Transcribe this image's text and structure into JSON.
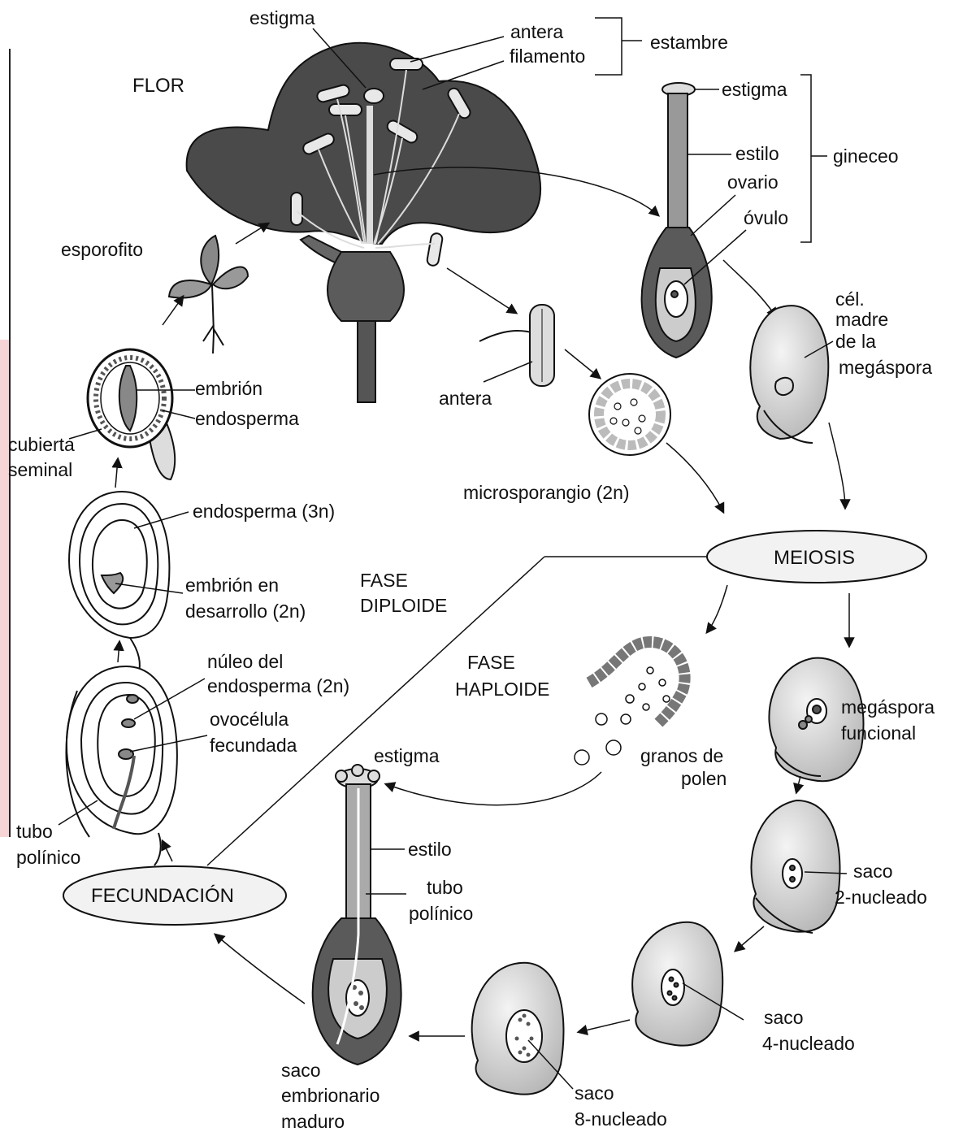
{
  "labels": {
    "flor": "FLOR",
    "estigma_flower": "estigma",
    "antera_top": "antera",
    "filamento": "filamento",
    "estambre": "estambre",
    "estigma_pistil": "estigma",
    "estilo_pistil": "estilo",
    "gineceo": "gineceo",
    "ovario": "ovario",
    "ovulo": "óvulo",
    "esporofito": "esporofito",
    "cel_line1": "cél.",
    "cel_line2": "madre",
    "cel_line3": "de la",
    "cel_line4": "megáspora",
    "antera_mid": "antera",
    "embrion": "embrión",
    "endosperma_seed": "endosperma",
    "cubierta_line1": "cubierta",
    "cubierta_line2": "seminal",
    "microsporangio": "microsporangio (2n)",
    "endosperma_3n": "endosperma (3n)",
    "meiosis": "MEIOSIS",
    "embrion_desarrollo_line1": "embrión en",
    "embrion_desarrollo_line2": "desarrollo (2n)",
    "fase_diploide_line1": "FASE",
    "fase_diploide_line2": "DIPLOIDE",
    "nucleo_line1": "núleo del",
    "nucleo_line2": "endosperma (2n)",
    "fase_haploide_line1": "FASE",
    "fase_haploide_line2": "HAPLOIDE",
    "megaspora_line1": "megáspora",
    "megaspora_line2": "funcional",
    "ovocelula_line1": "ovocélula",
    "ovocelula_line2": "fecundada",
    "estigma_bottom": "estigma",
    "granos_line1": "granos de",
    "granos_line2": "polen",
    "tubo_left_line1": "tubo",
    "tubo_left_line2": "polínico",
    "estilo_bottom": "estilo",
    "saco2_line1": "saco",
    "saco2_line2": "2-nucleado",
    "fecundacion": "FECUNDACIÓN",
    "tubo_center_line1": "tubo",
    "tubo_center_line2": "polínico",
    "saco4_line1": "saco",
    "saco4_line2": "4-nucleado",
    "saco_maduro_line1": "saco",
    "saco_maduro_line2": "embrionario",
    "saco_maduro_line3": "maduro",
    "saco8_line1": "saco",
    "saco8_line2": "8-nucleado"
  }
}
